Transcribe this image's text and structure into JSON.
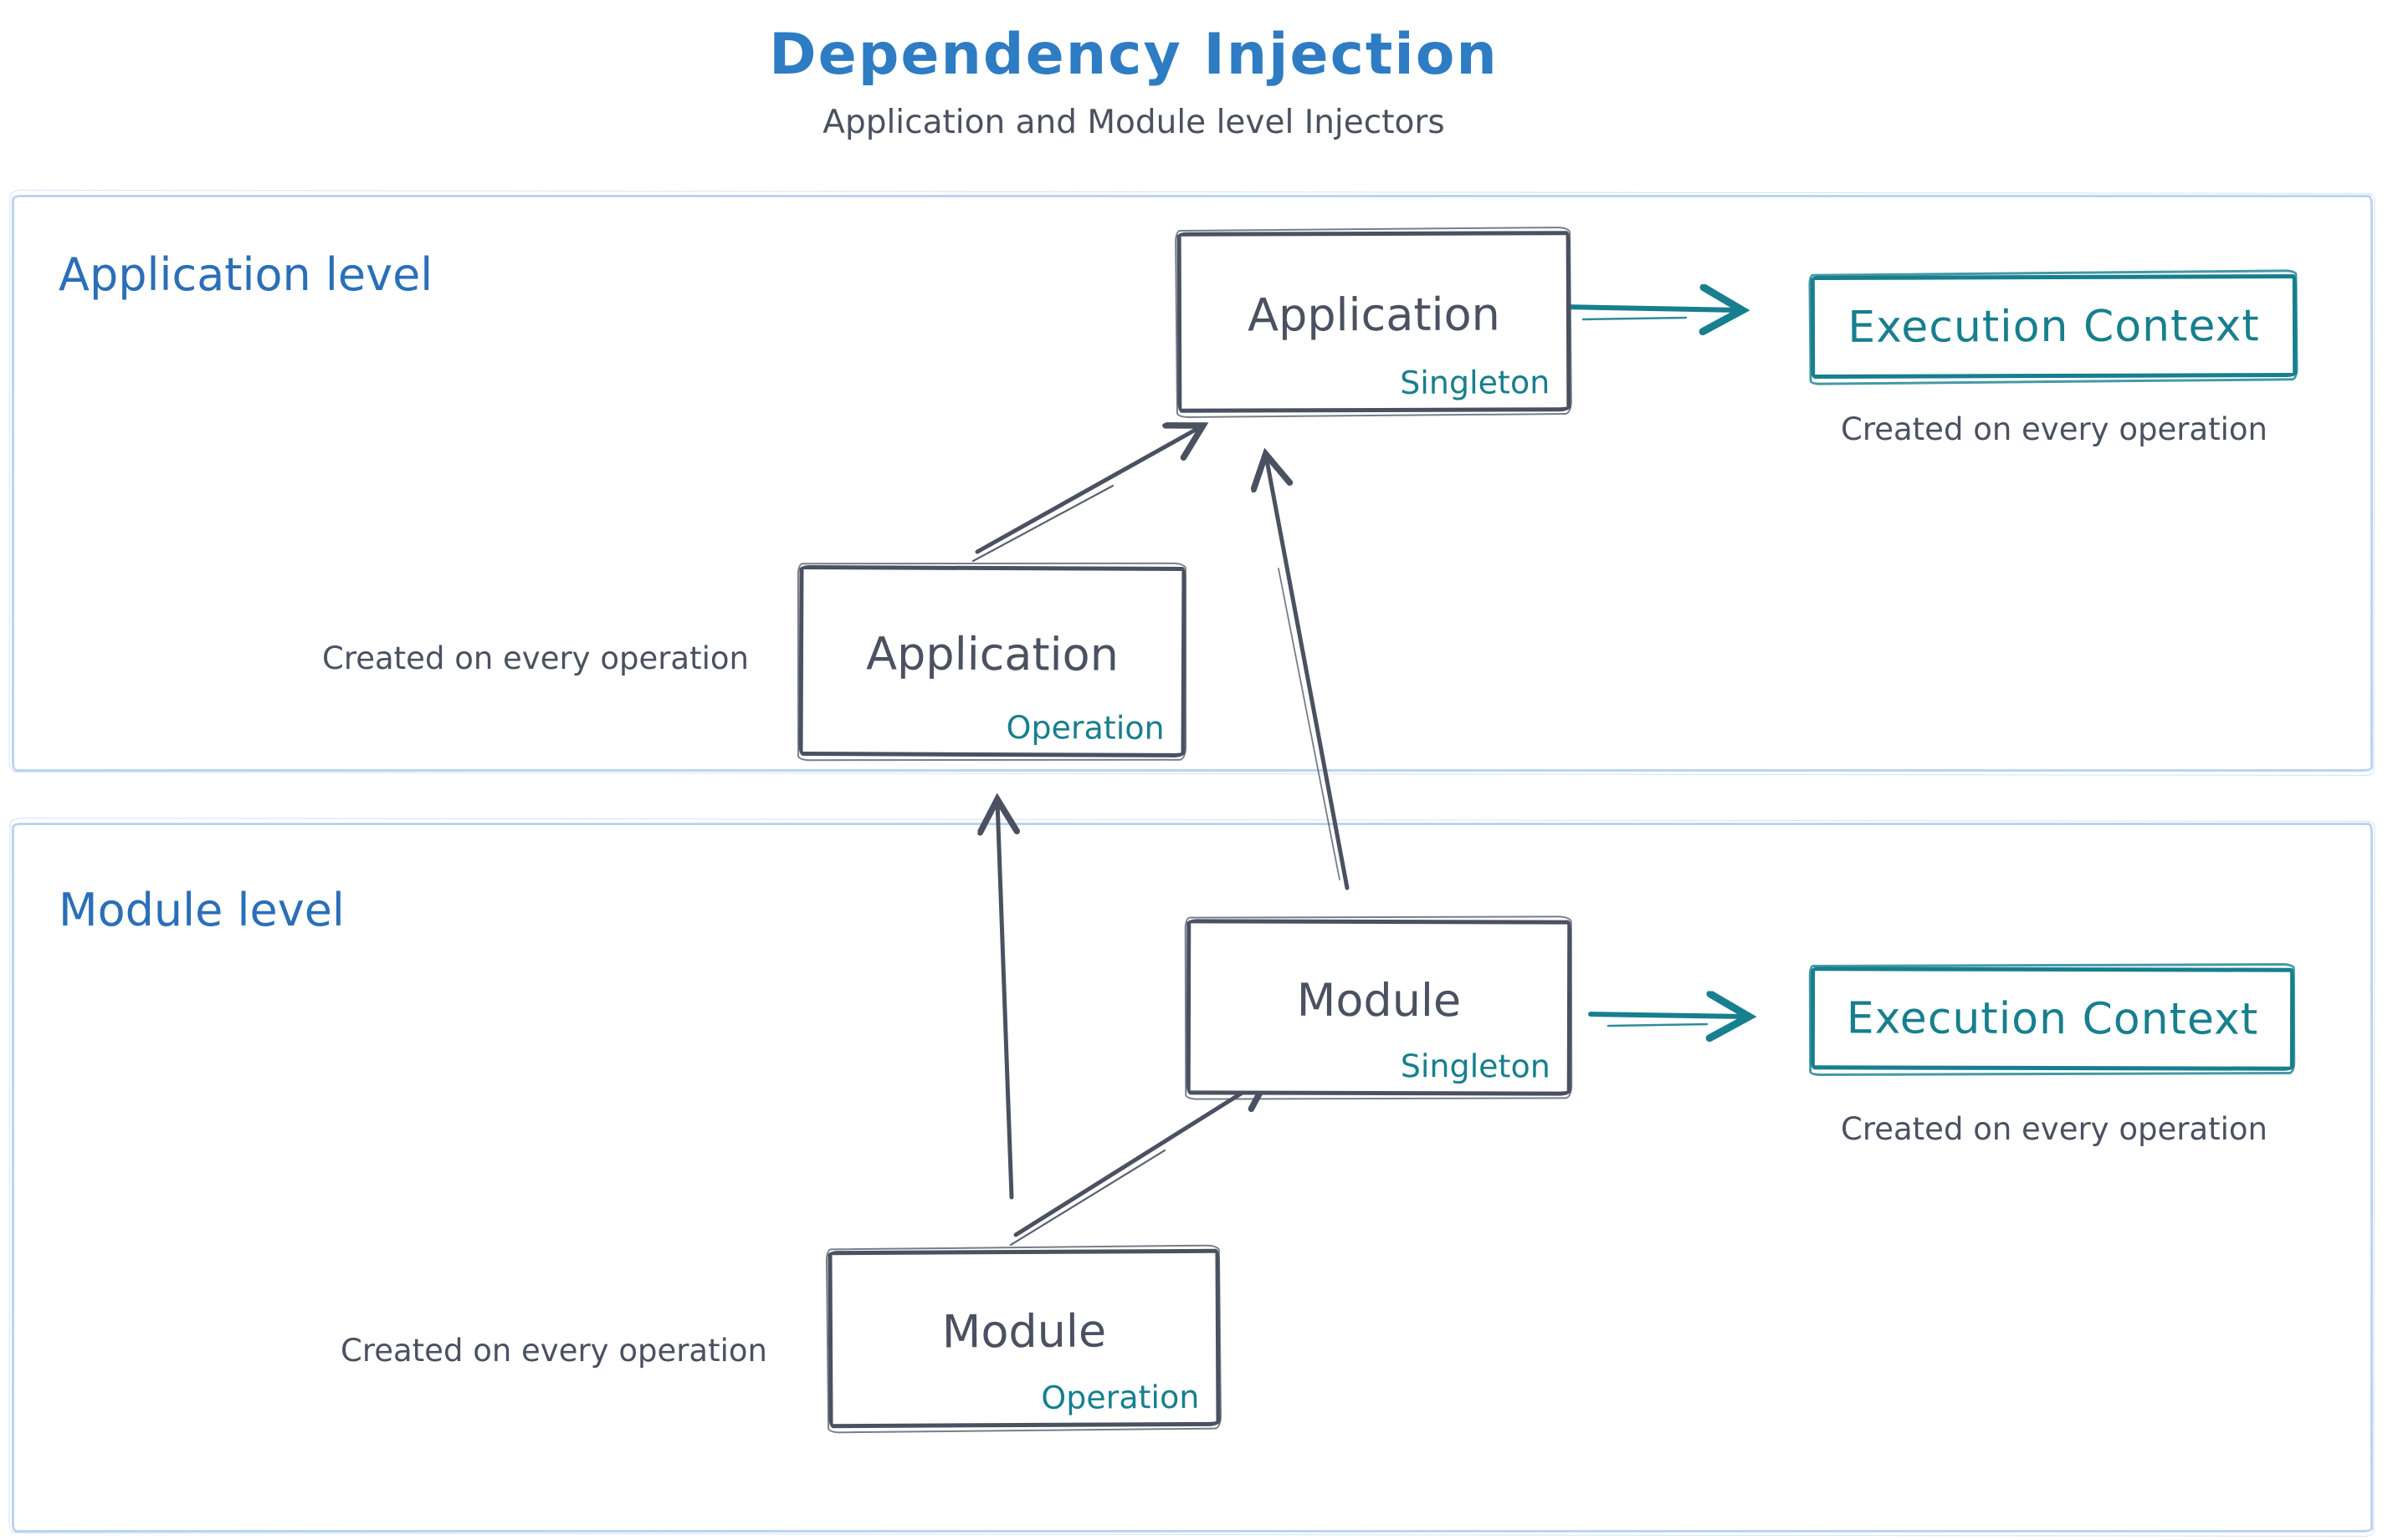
{
  "title": "Dependency Injection",
  "subtitle": "Application and Module level Injectors",
  "colors": {
    "title_blue": "#2e7cc3",
    "section_blue": "#2a6fb8",
    "dark_slate": "#4a5160",
    "teal": "#177f8e",
    "container_border": "#bcd4ee"
  },
  "sections": {
    "application": {
      "label": "Application level"
    },
    "module": {
      "label": "Module level"
    }
  },
  "nodes": {
    "app_singleton": {
      "title": "Application",
      "scope": "Singleton"
    },
    "app_operation": {
      "title": "Application",
      "scope": "Operation"
    },
    "mod_singleton": {
      "title": "Module",
      "scope": "Singleton"
    },
    "mod_operation": {
      "title": "Module",
      "scope": "Operation"
    }
  },
  "execution_contexts": {
    "application": {
      "label": "Execution Context",
      "caption": "Created on every operation"
    },
    "module": {
      "label": "Execution Context",
      "caption": "Created on every operation"
    }
  },
  "side_captions": {
    "app_operation": "Created on every operation",
    "mod_operation": "Created on every operation"
  }
}
